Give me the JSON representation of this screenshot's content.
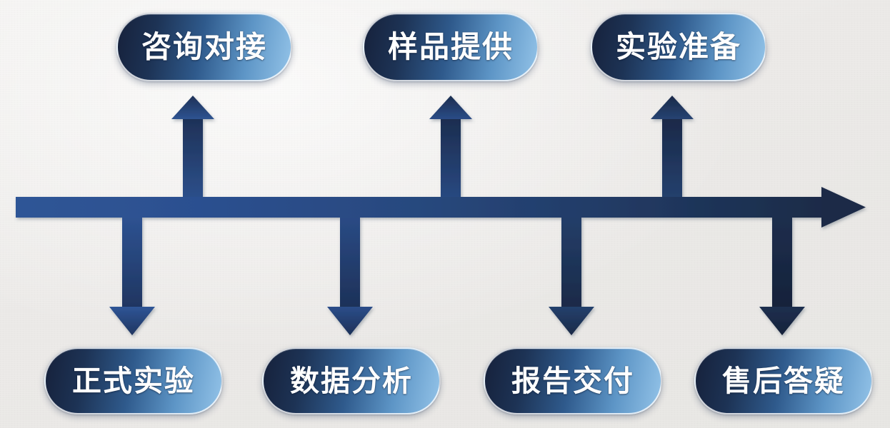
{
  "diagram": {
    "type": "timeline-process-flow",
    "title": "",
    "background_color": "#edeceb",
    "axis": {
      "name": "main-timeline-axis",
      "direction": "left-to-right",
      "arrowhead": "right",
      "start_color": "#2f5596",
      "end_color": "#1b2b47"
    },
    "connector_color_start": "#2f5596",
    "connector_color_end": "#1b2b47",
    "pill_gradient_start": "#17223c",
    "pill_gradient_end": "#8fc0e6",
    "steps_top": [
      {
        "label": "咨询对接",
        "name": "step-consultation",
        "order": 1
      },
      {
        "label": "样品提供",
        "name": "step-sample-supply",
        "order": 3
      },
      {
        "label": "实验准备",
        "name": "step-experiment-prep",
        "order": 5
      }
    ],
    "steps_bottom": [
      {
        "label": "正式实验",
        "name": "step-formal-experiment",
        "order": 2
      },
      {
        "label": "数据分析",
        "name": "step-data-analysis",
        "order": 4
      },
      {
        "label": "报告交付",
        "name": "step-report-delivery",
        "order": 6
      },
      {
        "label": "售后答疑",
        "name": "step-after-sales-qa",
        "order": 7
      }
    ],
    "connectors_up": [
      {
        "name": "connector-up-1",
        "direction": "up"
      },
      {
        "name": "connector-up-2",
        "direction": "up"
      },
      {
        "name": "connector-up-3",
        "direction": "up"
      }
    ],
    "connectors_down": [
      {
        "name": "connector-down-1",
        "direction": "down"
      },
      {
        "name": "connector-down-2",
        "direction": "down"
      },
      {
        "name": "connector-down-3",
        "direction": "down"
      },
      {
        "name": "connector-down-4",
        "direction": "down"
      }
    ]
  }
}
